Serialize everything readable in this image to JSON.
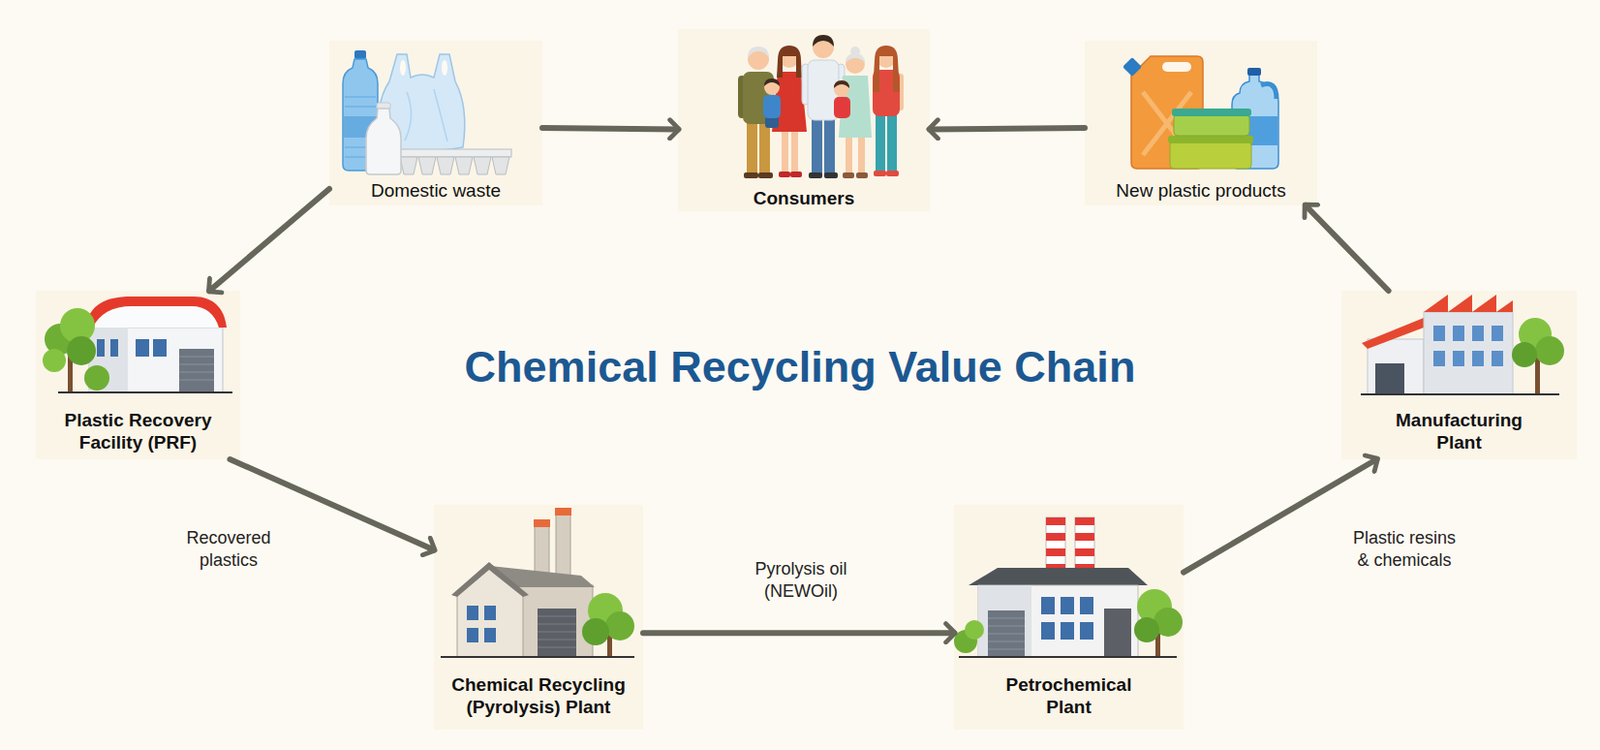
{
  "diagram": {
    "title": "Chemical Recycling Value Chain",
    "nodes": [
      {
        "text": [
          "Domestic waste"
        ]
      },
      {
        "text": [
          "Consumers"
        ]
      },
      {
        "text": [
          "New plastic products"
        ]
      },
      {
        "text": [
          "Plastic Recovery Facility (PRF)"
        ]
      },
      {
        "text": [
          "Manufacturing Plant"
        ]
      },
      {
        "text": [
          "Chemical Recycling (Pyrolysis) Plant"
        ]
      },
      {
        "text": [
          "Petrochemical Plant"
        ]
      }
    ],
    "edges": [
      {
        "from": 0,
        "to": 1,
        "arrow": "to"
      },
      {
        "from": 2,
        "to": 1,
        "arrow": "to"
      },
      {
        "from": 0,
        "to": 3,
        "arrow": "to"
      },
      {
        "from": 3,
        "to": 5,
        "label": "Recovered plastics",
        "arrow": "to"
      },
      {
        "from": 5,
        "to": 6,
        "label": "Pyrolysis oil (NEWOil)",
        "arrow": "to"
      },
      {
        "from": 6,
        "to": 4,
        "label": "Plastic resins & chemicals",
        "arrow": "to"
      },
      {
        "from": 4,
        "to": 2,
        "arrow": "to"
      }
    ]
  }
}
